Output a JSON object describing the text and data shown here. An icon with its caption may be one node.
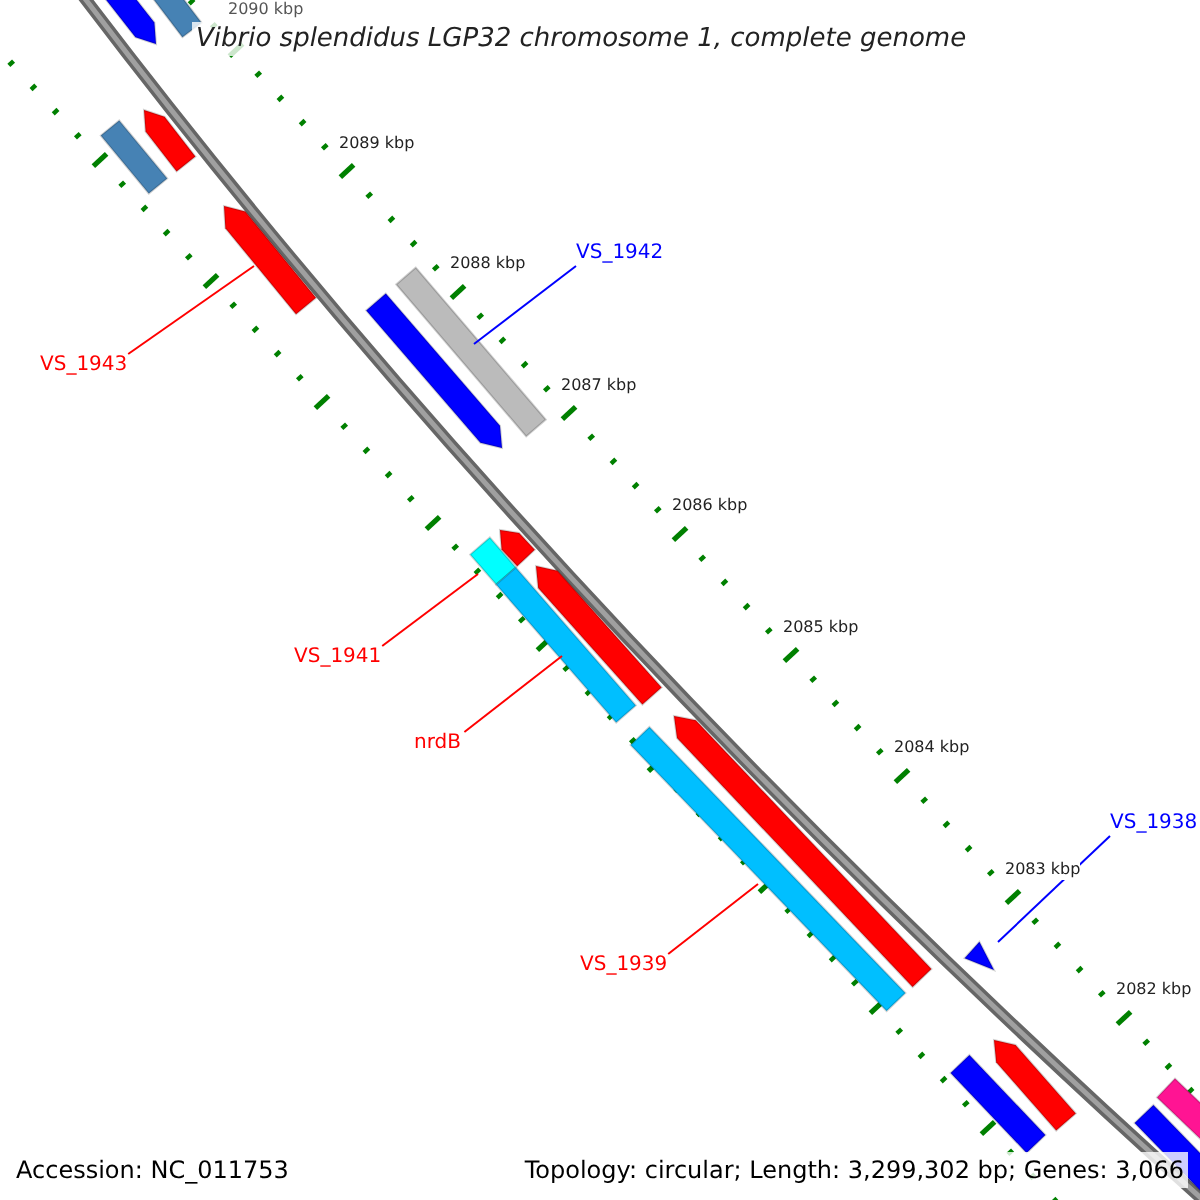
{
  "diagram": {
    "title": "Vibrio splendidus LGP32 chromosome 1, complete genome",
    "nodes": [
      {
        "text": [],
        "shape": "bar"
      },
      {
        "text": [],
        "shape": "bar"
      },
      {
        "text": [],
        "shape": "bar"
      },
      {
        "text": [],
        "shape": "bar"
      },
      {
        "text": [],
        "shape": "bar"
      },
      {
        "text": [
          "VS_1943"
        ]
      },
      {
        "text": [
          "VS_1942"
        ]
      },
      {
        "text": [],
        "shape": "bar"
      },
      {
        "text": [],
        "shape": "bar"
      },
      {
        "text": [
          "VS_1941"
        ]
      },
      {
        "text": [],
        "shape": "bar"
      },
      {
        "text": [],
        "shape": "bar"
      },
      {
        "text": [],
        "shape": "bar"
      },
      {
        "text": [],
        "shape": "bar"
      },
      {
        "text": [
          "nrdB"
        ]
      },
      {
        "text": [],
        "shape": "bar"
      },
      {
        "text": [],
        "shape": "bar"
      },
      {
        "text": [
          "VS_1938"
        ]
      },
      {
        "text": [
          "VS_1939"
        ]
      },
      {
        "text": [],
        "shape": "bar"
      },
      {
        "text": [],
        "shape": "bar"
      },
      {
        "text": [],
        "shape": "bar"
      },
      {
        "text": [],
        "shape": "bar"
      },
      {
        "text": [],
        "shape": "bar"
      }
    ],
    "edges": [
      {
        "from": 5,
        "to": 4,
        "arrow": "none"
      },
      {
        "from": 6,
        "to": 8,
        "arrow": "none",
        "color": "#0000ff"
      },
      {
        "from": 9,
        "to": 11,
        "arrow": "none"
      },
      {
        "from": 14,
        "to": 13,
        "arrow": "none"
      },
      {
        "from": 18,
        "to": 16,
        "arrow": "none"
      },
      {
        "from": 17,
        "to": 19,
        "arrow": "none",
        "color": "#0000ff"
      }
    ],
    "labels": [
      "2090 kbp",
      "2089 kbp",
      "2088 kbp",
      "2087 kbp",
      "2086 kbp",
      "2085 kbp",
      "2084 kbp",
      "2083 kbp",
      "2082 kbp",
      "Accession: NC_011753",
      "Topology: circular; Length: 3,299,302 bp; Genes: 3,066"
    ]
  }
}
